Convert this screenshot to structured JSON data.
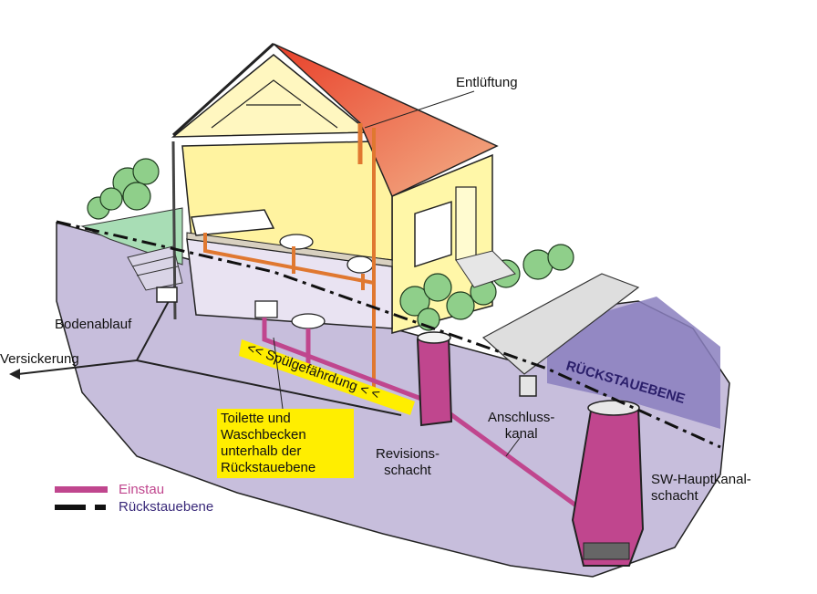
{
  "labels": {
    "vent": "Entlüftung",
    "floor_drain": "Bodenablauf",
    "seepage": "Versickerung",
    "flush_hazard": "<< Spülgefährdung < <",
    "backflow_level": "RÜCKSTAUEBENE",
    "connection_channel": [
      "Anschluss-",
      "kanal"
    ],
    "inspection_shaft": [
      "Revisions-",
      "schacht"
    ],
    "main_sewer_shaft": [
      "SW-Hauptkanal-",
      "schacht"
    ]
  },
  "note_box": [
    "Toilette und",
    "Waschbecken",
    "unterhalb der",
    "Rückstauebene"
  ],
  "legend": [
    {
      "label": "Einstau",
      "color": "#c0468e"
    },
    {
      "label": "Rückstauebene",
      "color": "#3a2a7a"
    }
  ]
}
